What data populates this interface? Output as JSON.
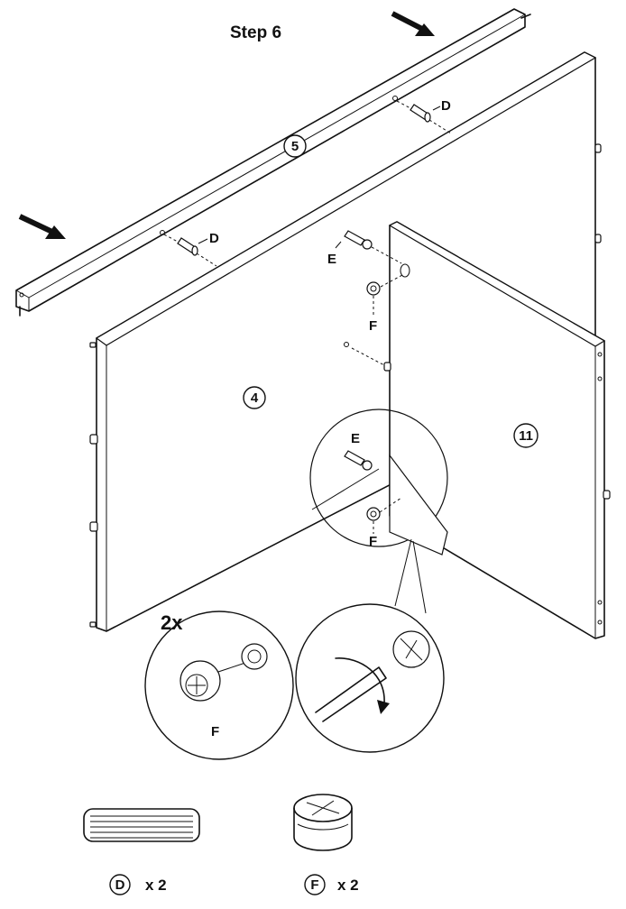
{
  "title": "Step 6",
  "parts": {
    "rail": "5",
    "left_panel": "4",
    "side_panel": "11"
  },
  "hardware_labels": {
    "dowel": "D",
    "bolt": "E",
    "cam_lock": "F"
  },
  "detail_callout": {
    "quantity": "2x",
    "part": "F"
  },
  "parts_list": [
    {
      "letter": "D",
      "quantity": "x 2",
      "icon": "wooden-dowel-icon"
    },
    {
      "letter": "F",
      "quantity": "x 2",
      "icon": "cam-lock-icon"
    }
  ]
}
